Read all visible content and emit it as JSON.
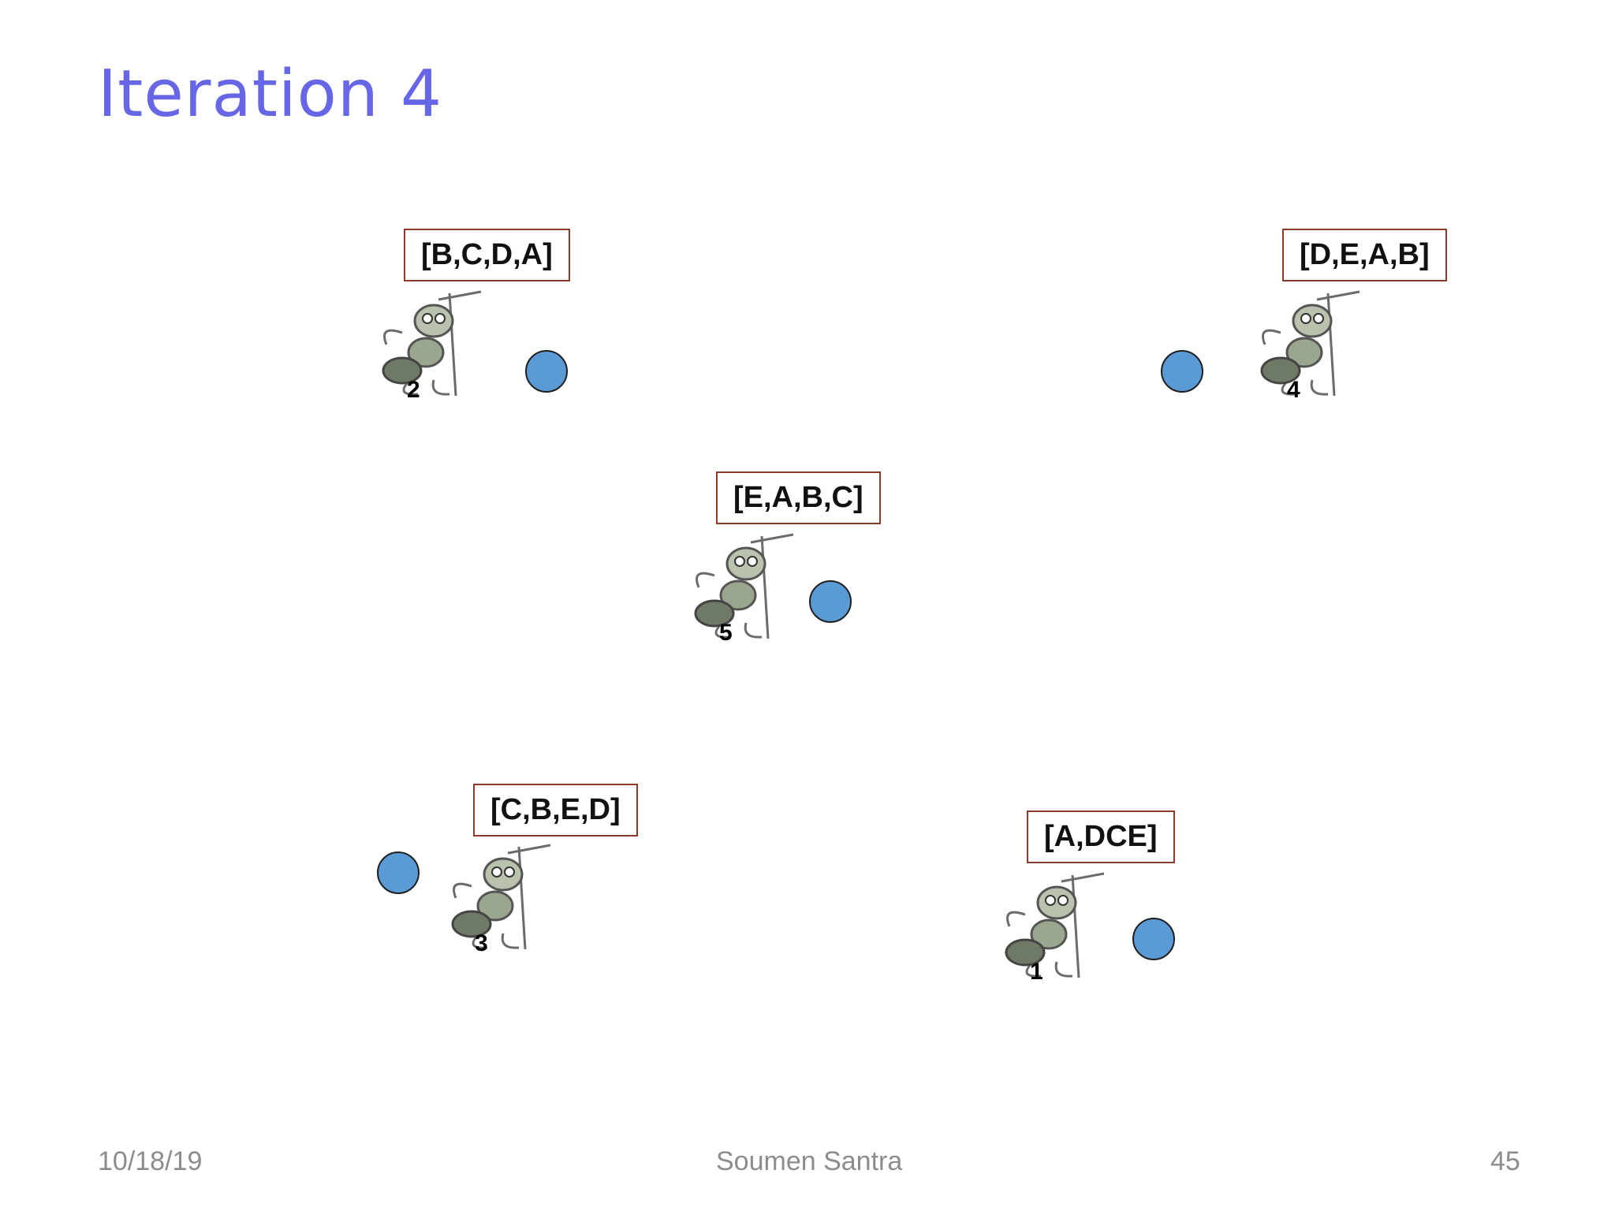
{
  "title": "Iteration 4",
  "ants": [
    {
      "number": "2",
      "route": "[B,C,D,A]"
    },
    {
      "number": "4",
      "route": "[D,E,A,B]"
    },
    {
      "number": "5",
      "route": "[E,A,B,C]"
    },
    {
      "number": "3",
      "route": "[C,B,E,D]"
    },
    {
      "number": "1",
      "route": "[A,DCE]"
    }
  ],
  "colors": {
    "title": "#6666e6",
    "node_fill": "#5b9bd5",
    "label_border": "#8b3a2a",
    "footer": "#8c8c8c"
  },
  "icons": [
    "ant-icon",
    "node-circle"
  ],
  "footer": {
    "date": "10/18/19",
    "author": "Soumen Santra",
    "page": "45"
  }
}
